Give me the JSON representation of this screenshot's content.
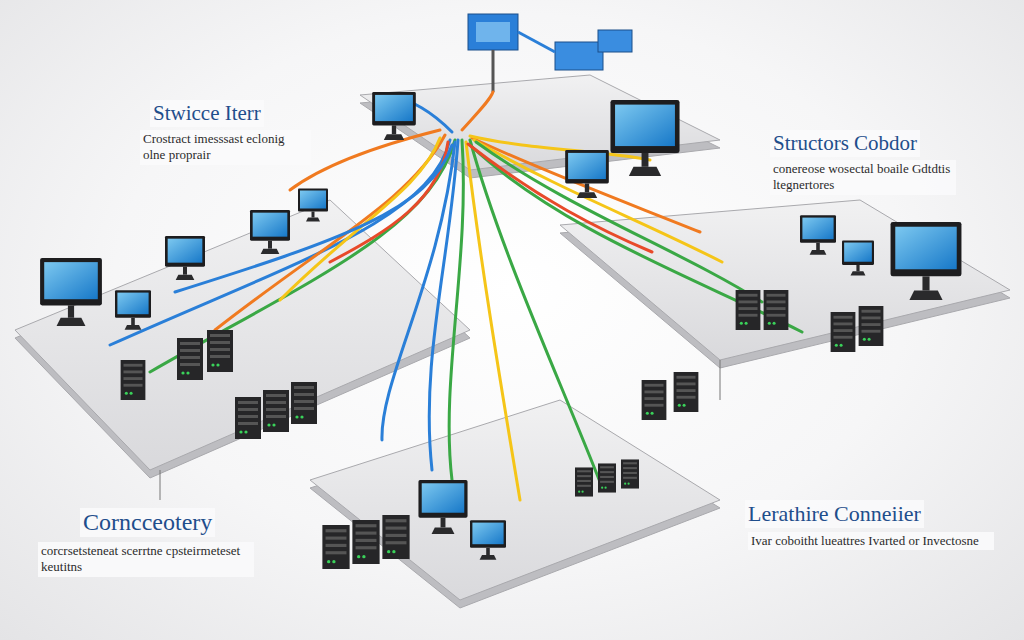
{
  "diagram": {
    "labels": [
      "Stwicce Iterr",
      "Crostract imesssast eclonig olne proprair",
      "Structors Cobdor",
      "conereose wosectal boaile Gdtdtis ltegnertores",
      "Corncceotery",
      "corcrsetsteneat scerrtne cpsteirmeteset keutitns",
      "Lerathire Conneiier",
      "Ivar coboitht lueattres Ivarted or Invectosne"
    ]
  }
}
